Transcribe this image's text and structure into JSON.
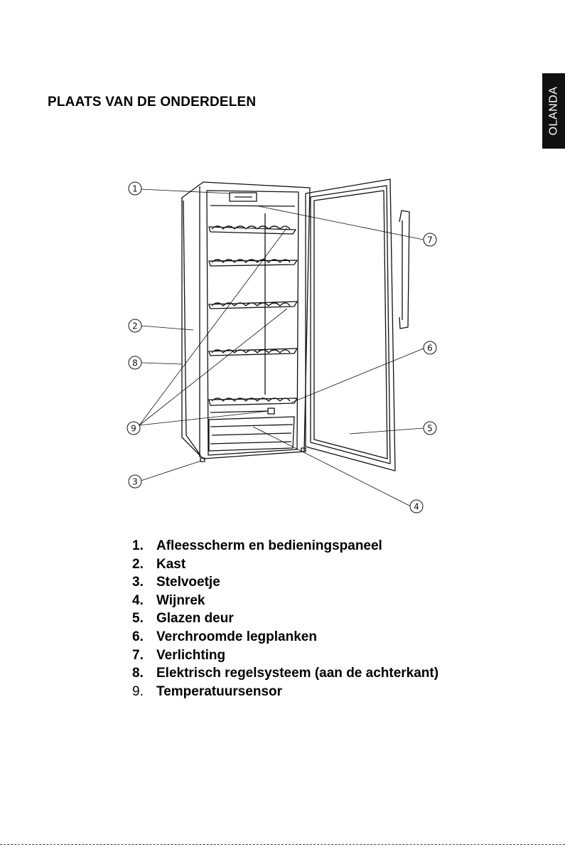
{
  "side_tab": "OLANDA",
  "title": "PLAATS VAN DE ONDERDELEN",
  "callouts": [
    "1",
    "2",
    "3",
    "4",
    "5",
    "6",
    "7",
    "8",
    "9"
  ],
  "parts": [
    {
      "num": "1.",
      "label": "Afleesscherm en bedieningspaneel"
    },
    {
      "num": "2.",
      "label": "Kast"
    },
    {
      "num": "3.",
      "label": "Stelvoetje"
    },
    {
      "num": "4.",
      "label": "Wijnrek"
    },
    {
      "num": "5.",
      "label": "Glazen deur"
    },
    {
      "num": "6.",
      "label": "Verchroomde legplanken"
    },
    {
      "num": "7.",
      "label": "Verlichting"
    },
    {
      "num": "8.",
      "label": "Elektrisch regelsysteem (aan de achterkant)"
    },
    {
      "num": "9.",
      "label": "Temperatuursensor"
    }
  ]
}
